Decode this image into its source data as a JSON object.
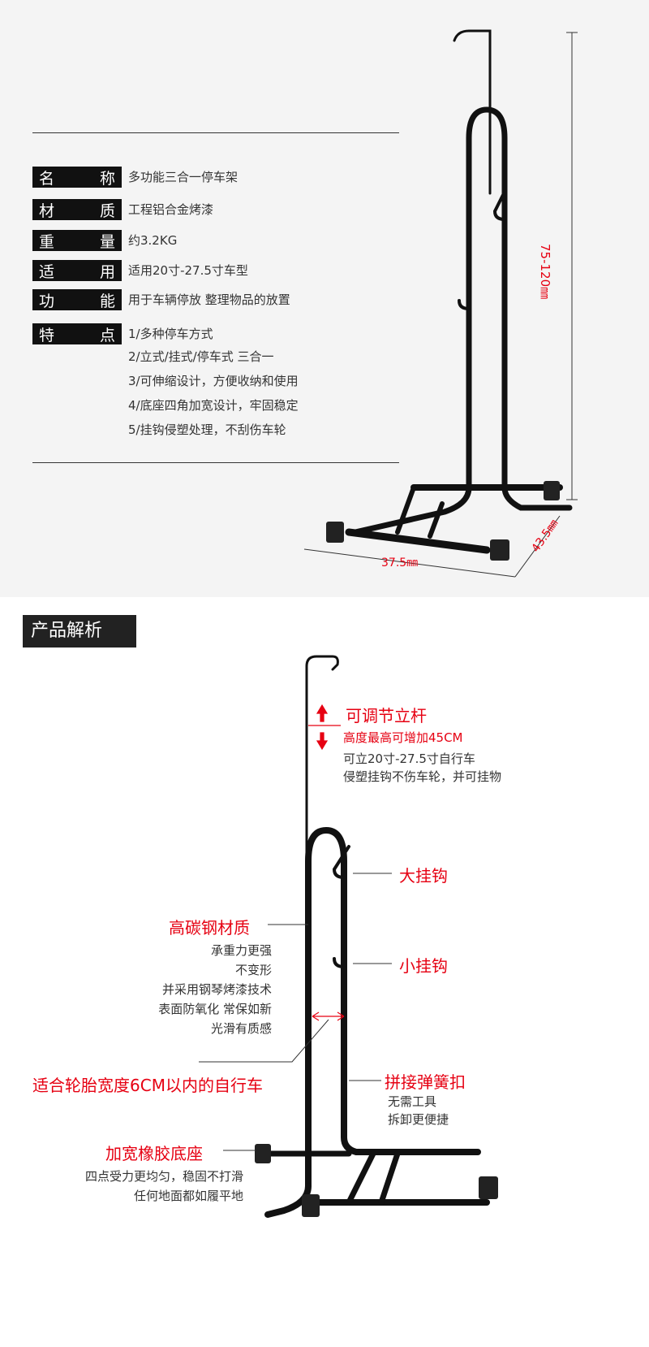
{
  "specs": [
    {
      "label": [
        "名",
        "称"
      ],
      "value": "多功能三合一停车架"
    },
    {
      "label": [
        "材",
        "质"
      ],
      "value": "工程铝合金烤漆"
    },
    {
      "label": [
        "重",
        "量"
      ],
      "value": "约3.2KG"
    },
    {
      "label": [
        "适",
        "用"
      ],
      "value": "适用20寸-27.5寸车型"
    },
    {
      "label": [
        "功",
        "能"
      ],
      "value": "用于车辆停放 整理物品的放置"
    },
    {
      "label": [
        "特",
        "点"
      ],
      "value": "1/多种停车方式"
    }
  ],
  "features_more": [
    "2/立式/挂式/停车式  三合一",
    "3/可伸缩设计，方便收纳和使用",
    "4/底座四角加宽设计，牢固稳定",
    "5/挂钩侵塑处理，不刮伤车轮"
  ],
  "dimensions": {
    "height": "75-120㎜",
    "width": "37.5㎜",
    "depth": "43.5㎜"
  },
  "section_title": "产品解析",
  "annotations": {
    "pole_title": "可调节立杆",
    "pole_red": "高度最高可增加45CM",
    "pole_lines": [
      "可立20寸-27.5寸自行车",
      "侵塑挂钩不伤车轮，并可挂物"
    ],
    "big_hook": "大挂钩",
    "small_hook": "小挂钩",
    "steel_title": "高碳钢材质",
    "steel_lines": [
      "承重力更强",
      "不变形",
      "并采用钢琴烤漆技术",
      "表面防氧化 常保如新",
      "光滑有质感"
    ],
    "tire": "适合轮胎宽度6CM以内的自行车",
    "spring_title": "拼接弹簧扣",
    "spring_lines": [
      "无需工具",
      "拆卸更便捷"
    ],
    "base_title": "加宽橡胶底座",
    "base_lines": [
      "四点受力更均匀，稳固不打滑",
      "任何地面都如履平地"
    ]
  },
  "colors": {
    "accent": "#e60012",
    "dark": "#111111"
  }
}
